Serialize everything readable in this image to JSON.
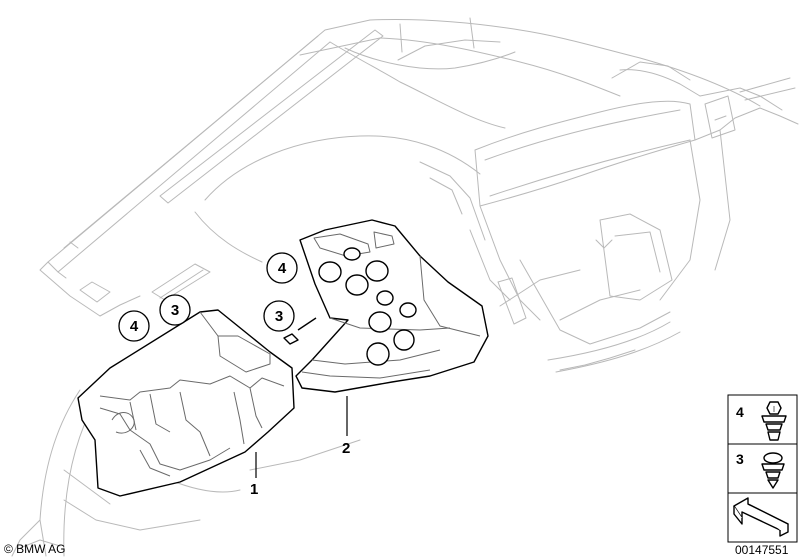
{
  "callouts": {
    "part_1": "1",
    "part_2": "2",
    "bubble_upper_4": "4",
    "bubble_upper_3": "3",
    "bubble_left_4": "4",
    "bubble_left_3": "3"
  },
  "legend": {
    "item_4": {
      "number": "4",
      "icon": "push-clip-icon"
    },
    "item_3": {
      "number": "3",
      "icon": "screw-clip-icon"
    },
    "direction_icon": "direction-arrow-icon"
  },
  "footer": {
    "copyright": "© BMW AG",
    "drawing_id": "00147551"
  }
}
